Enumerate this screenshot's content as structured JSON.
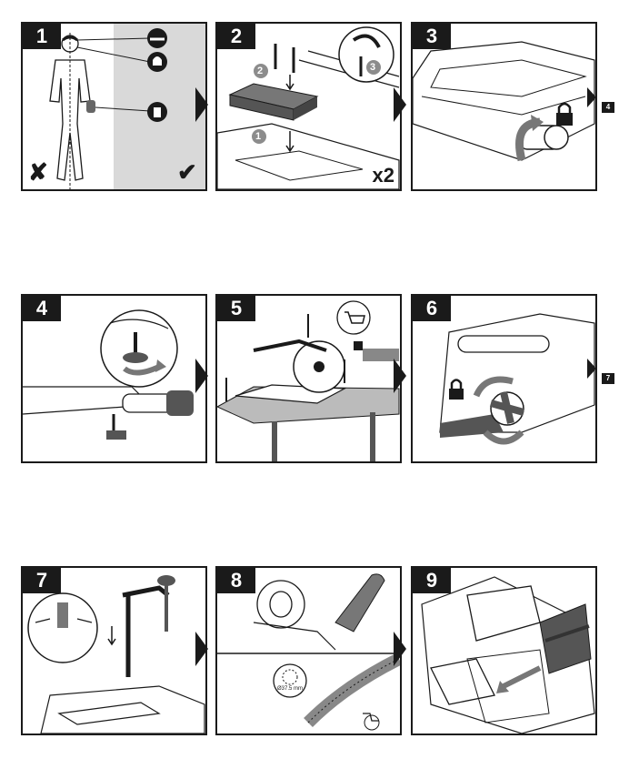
{
  "steps": [
    {
      "number": "1"
    },
    {
      "number": "2",
      "quantity": "x2",
      "callouts": [
        "1",
        "2"
      ],
      "inset_callout": "3"
    },
    {
      "number": "3",
      "next_ref": "4"
    },
    {
      "number": "4"
    },
    {
      "number": "5"
    },
    {
      "number": "6",
      "next_ref": "7"
    },
    {
      "number": "7"
    },
    {
      "number": "8",
      "diameter": "Ø37.5 mm"
    },
    {
      "number": "9"
    }
  ],
  "marks": {
    "wrong": "✘",
    "right": "✔"
  },
  "colors": {
    "ink": "#1a1a1a",
    "panel_grey": "#d9d9d9",
    "callout_grey": "#8c8c8c",
    "part_grey": "#666666"
  }
}
